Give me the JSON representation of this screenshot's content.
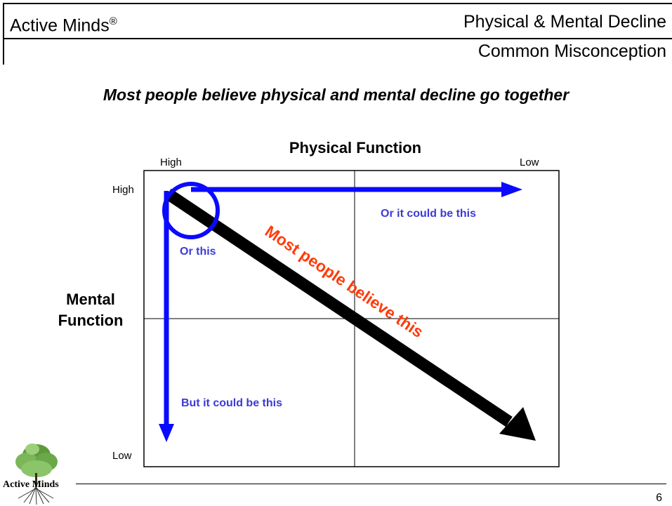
{
  "header": {
    "brand": "Active Minds",
    "brand_mark": "®",
    "title": "Physical & Mental Decline",
    "subtitle": "Common Misconception"
  },
  "lead_text": "Most people believe physical and mental decline go together",
  "diagram": {
    "x_axis_title": "Physical Function",
    "x_high": "High",
    "x_low": "Low",
    "y_axis_title": "Mental Function",
    "y_high": "High",
    "y_low": "Low",
    "labels": {
      "physical_only": "Or it could be this",
      "both_high": "Or this",
      "mental_only": "But it could be this",
      "common_belief": "Most people believe this"
    },
    "colors": {
      "blue": "#0a0aff",
      "blue_text": "#3b3bd6",
      "red_text": "#ff3b0a",
      "black_arrow": "#000000"
    }
  },
  "footer": {
    "logo_text": "Active Minds",
    "page_number": "6"
  }
}
